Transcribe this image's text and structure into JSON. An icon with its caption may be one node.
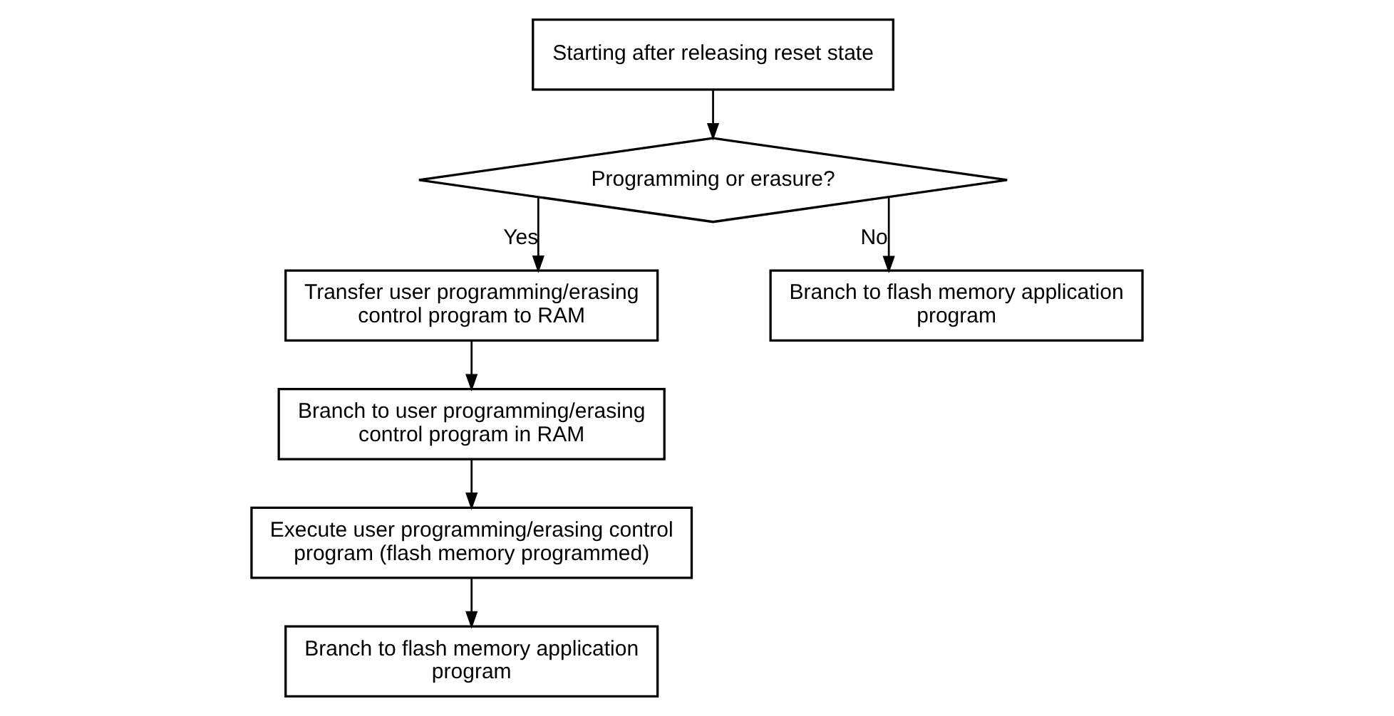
{
  "diagram": {
    "nodes": [
      {
        "text": [
          "Starting after releasing reset state"
        ]
      },
      {
        "text": [
          "Programming or erasure?"
        ]
      },
      {
        "text": [
          "Transfer user programming/erasing control program to RAM"
        ]
      },
      {
        "text": [
          "Branch to user programming/erasing control program in RAM"
        ]
      },
      {
        "text": [
          "Execute user programming/erasing control program (flash memory programmed)"
        ]
      },
      {
        "text": [
          "Branch to flash memory application program"
        ]
      },
      {
        "text": [
          "Branch to flash memory application program"
        ]
      }
    ],
    "edges": [
      {
        "from": 0,
        "to": 1,
        "arrow": "to"
      },
      {
        "from": 1,
        "to": 2,
        "arrow": "to",
        "label": "Yes"
      },
      {
        "from": 2,
        "to": 3,
        "arrow": "to"
      },
      {
        "from": 3,
        "to": 4,
        "arrow": "to"
      },
      {
        "from": 4,
        "to": 5,
        "arrow": "to"
      },
      {
        "from": 1,
        "to": 6,
        "arrow": "to",
        "label": "No"
      }
    ]
  }
}
